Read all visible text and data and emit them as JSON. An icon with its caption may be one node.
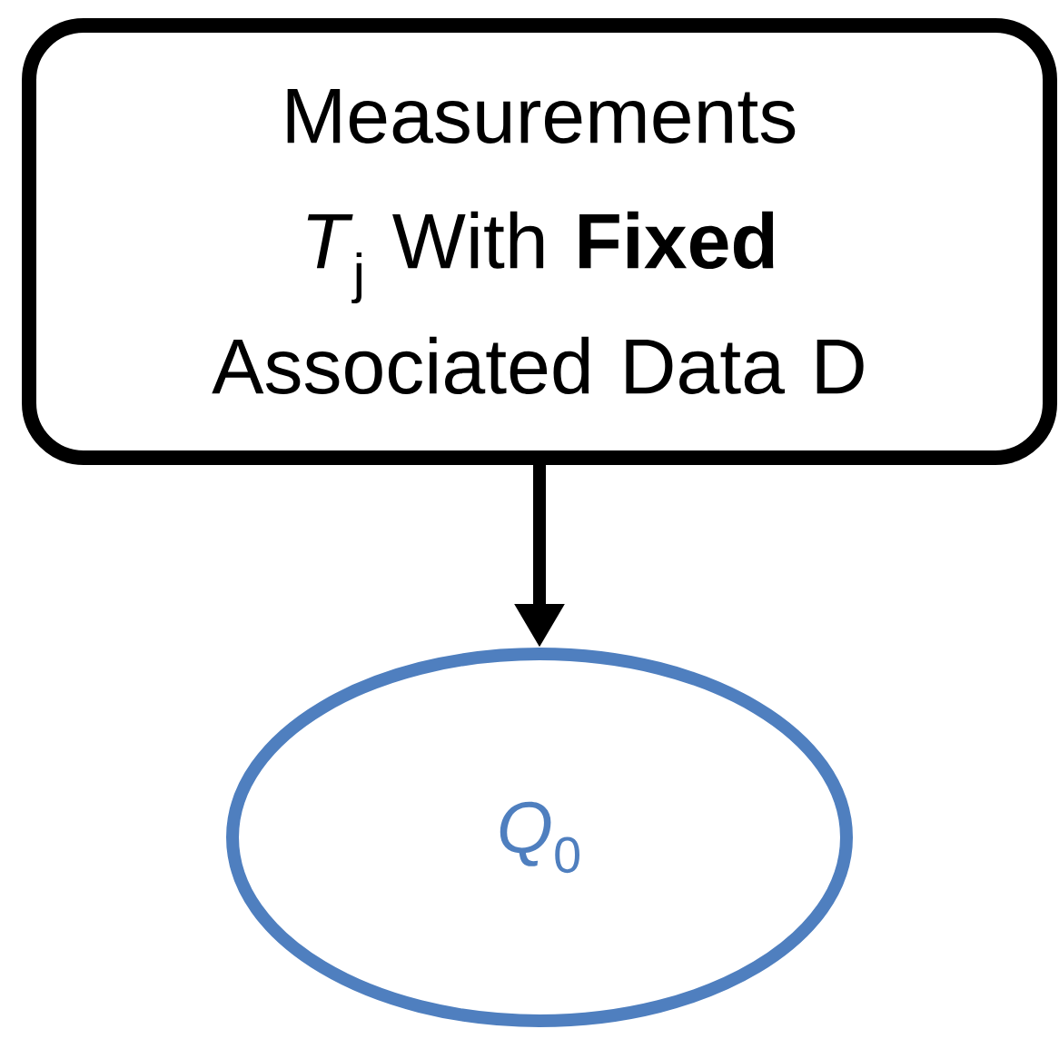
{
  "diagram": {
    "nodes": [
      {
        "text": [
          "Measurements *T*$_{j}$ With **Fixed** Associated Data D"
        ]
      },
      {
        "text": [
          "*Q*$_{0}$"
        ]
      }
    ],
    "edges": [
      {
        "from": 0,
        "to": 1,
        "arrow": "to"
      }
    ]
  }
}
